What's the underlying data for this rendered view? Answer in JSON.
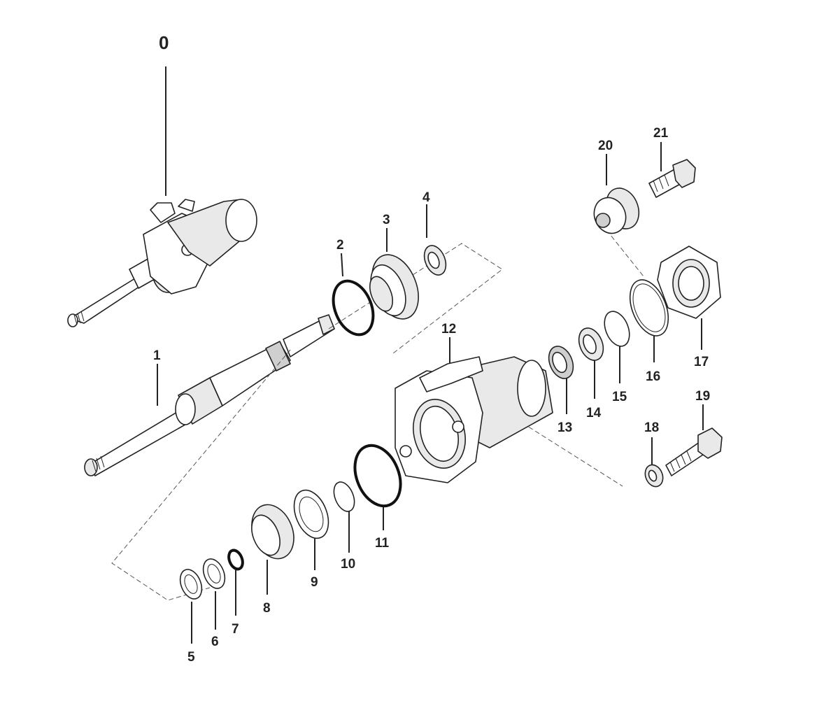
{
  "callouts": {
    "c0": "0",
    "c1": "1",
    "c2": "2",
    "c3": "3",
    "c4": "4",
    "c5": "5",
    "c6": "6",
    "c7": "7",
    "c8": "8",
    "c9": "9",
    "c10": "10",
    "c11": "11",
    "c12": "12",
    "c13": "13",
    "c14": "14",
    "c15": "15",
    "c16": "16",
    "c17": "17",
    "c18": "18",
    "c19": "19",
    "c20": "20",
    "c21": "21"
  }
}
